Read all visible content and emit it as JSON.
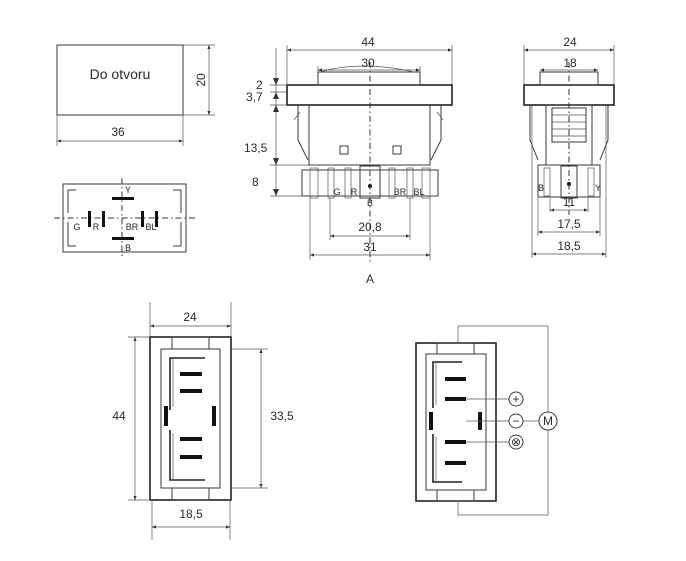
{
  "outline_view": {
    "hole_label": "Do otvoru",
    "dim_width": "36",
    "dim_height": "20"
  },
  "pin_layout_view": {
    "pins": [
      "G",
      "R",
      "BR",
      "BL",
      "Y",
      "B"
    ]
  },
  "front_view": {
    "dims": {
      "total_width": "44",
      "top_width": "30",
      "d2": "2",
      "d37": "3,7",
      "d135": "13,5",
      "d8": "8",
      "d208": "20,8",
      "d31": "31"
    },
    "pins": [
      "G",
      "R",
      "B",
      "BR",
      "BL"
    ],
    "section_label": "A"
  },
  "side_view": {
    "dims": {
      "total_width": "24",
      "top_width": "18",
      "d11": "11",
      "d175": "17,5",
      "d185": "18,5"
    },
    "pins": [
      "B",
      "Y"
    ]
  },
  "bottom_left_view": {
    "dims": {
      "width_top": "24",
      "height": "44",
      "height_inner": "33,5",
      "width_bottom": "18,5"
    }
  },
  "wiring_view": {
    "terminal_plus": "+",
    "terminal_minus": "−",
    "terminal_cross": "⊗",
    "motor_label": "M"
  }
}
